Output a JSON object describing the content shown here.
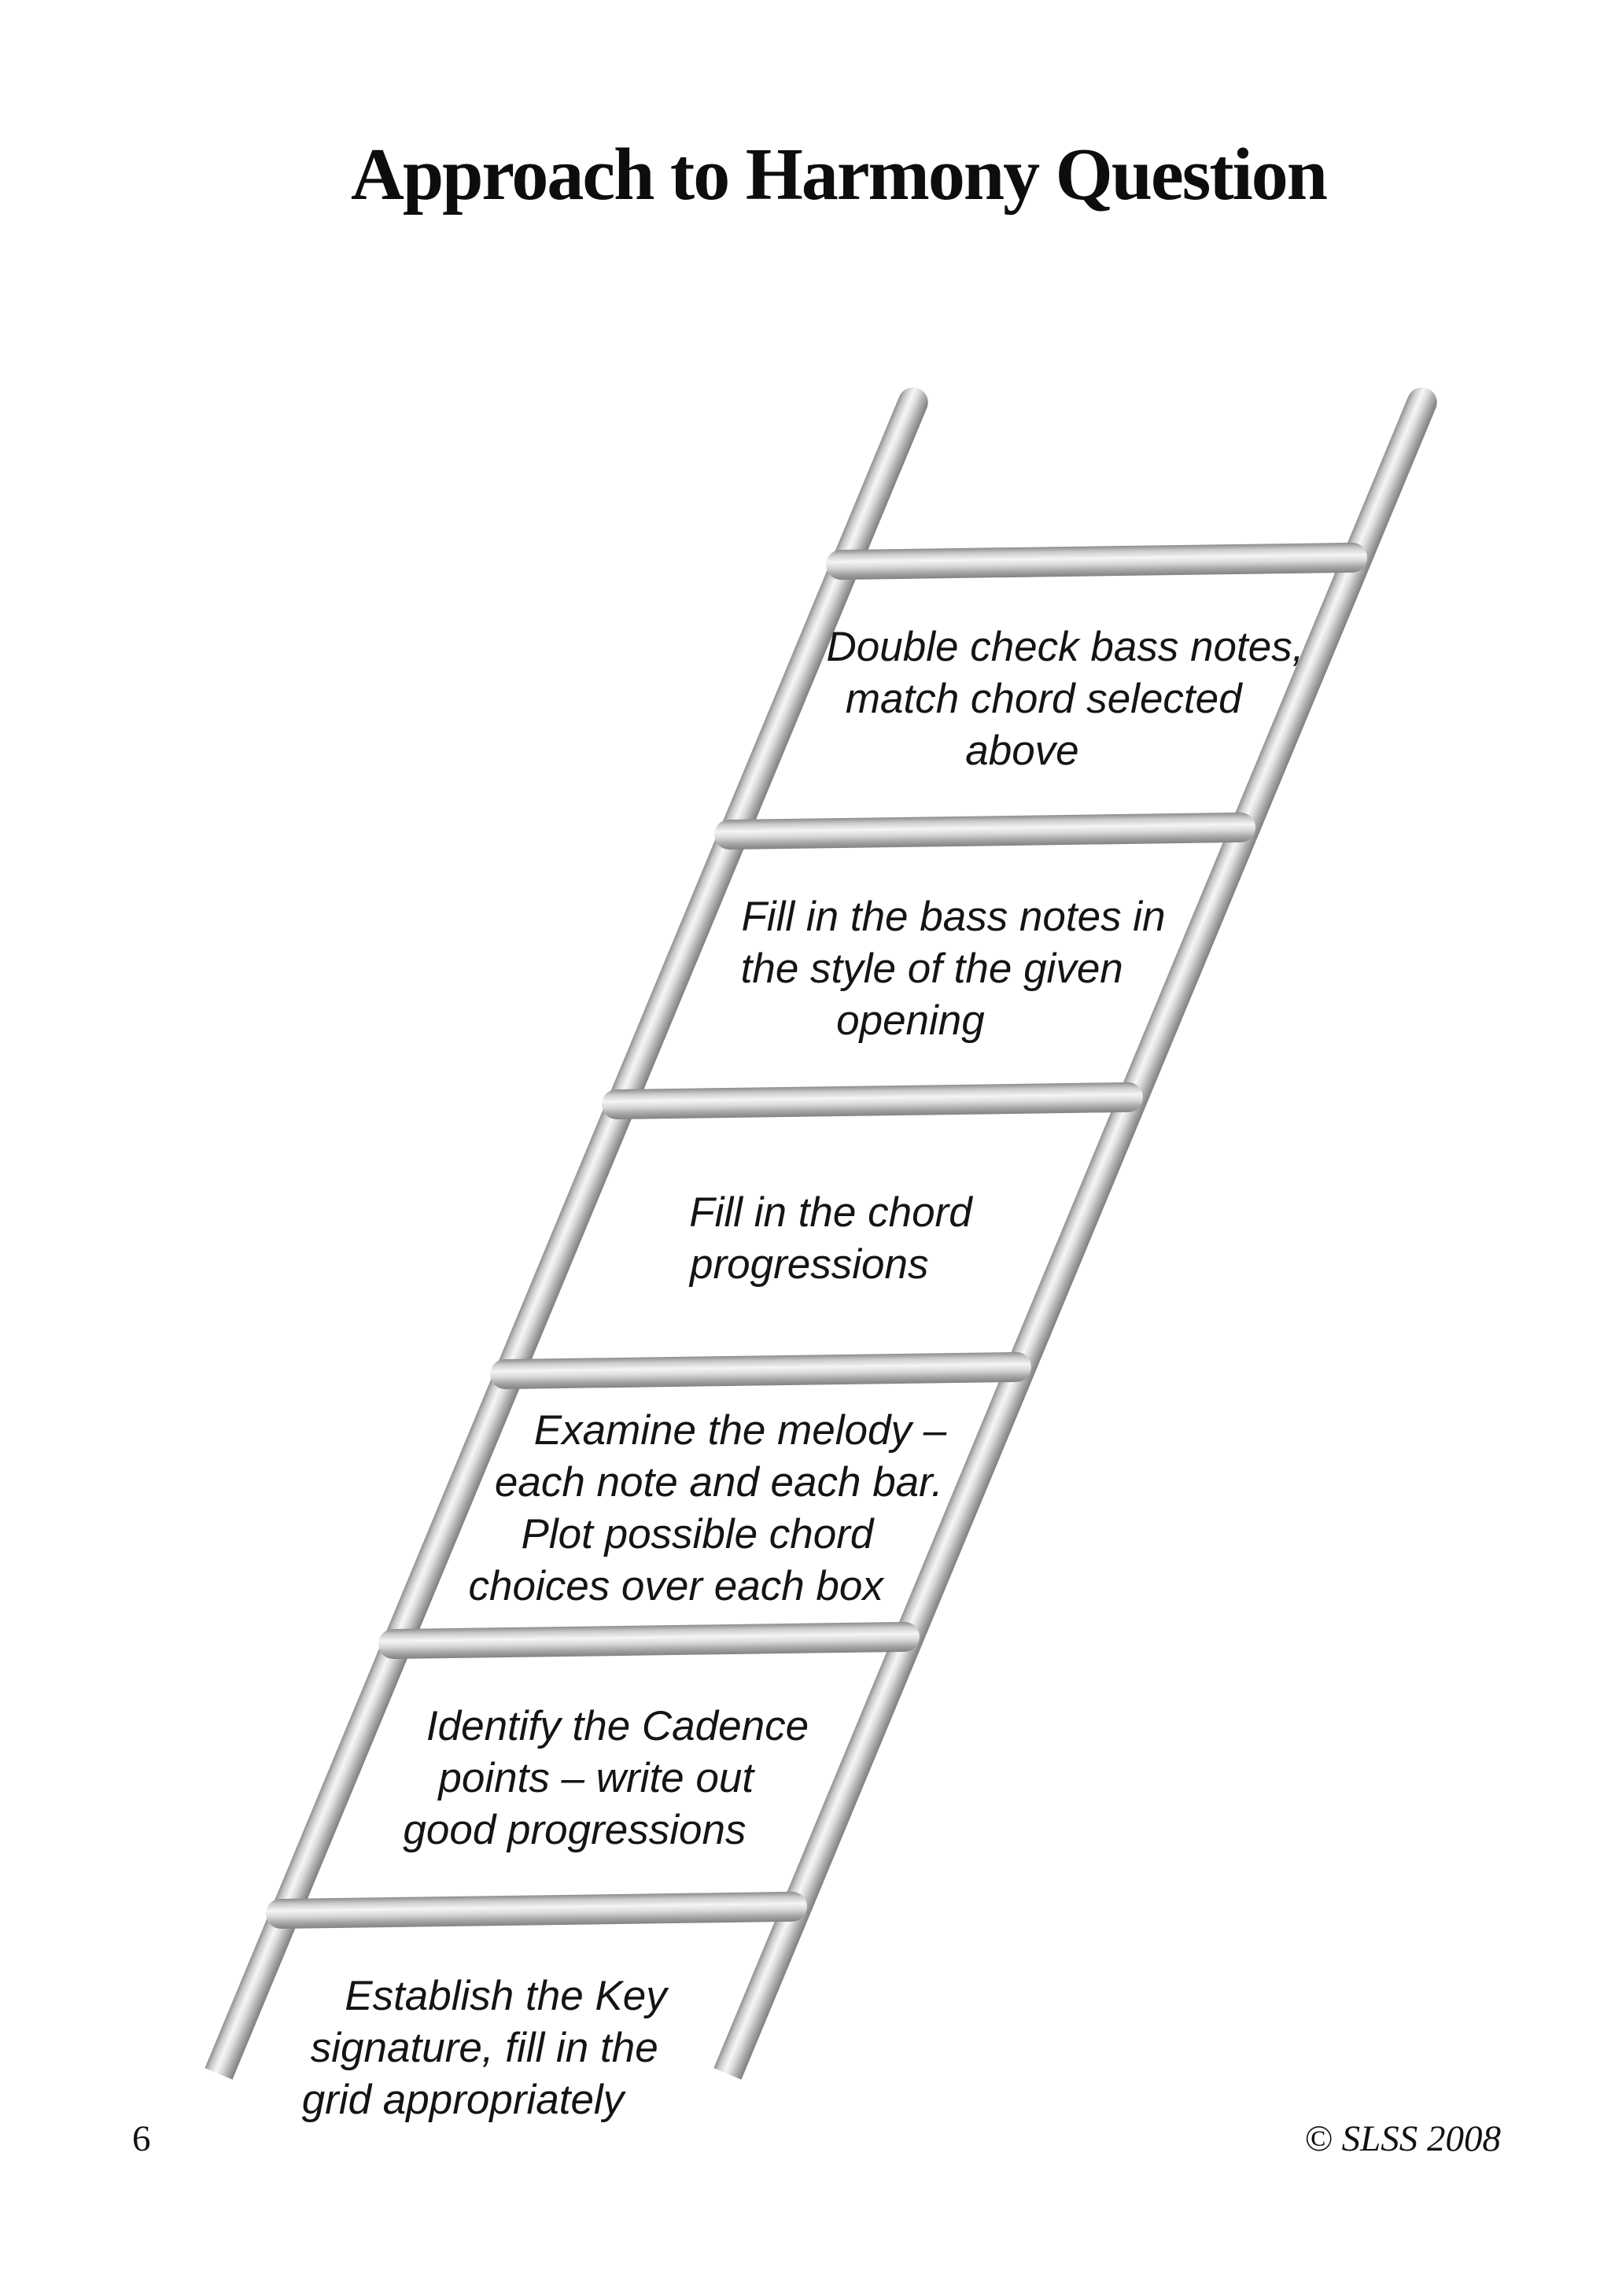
{
  "header": {
    "title": "Approach to Harmony Question"
  },
  "ladder": {
    "steps": [
      {
        "lines": [
          "Double check bass notes,",
          "match chord selected",
          "above"
        ]
      },
      {
        "lines": [
          "Fill in the bass notes in",
          "the style of the given",
          "opening"
        ]
      },
      {
        "lines": [
          "Fill in the chord",
          "progressions"
        ]
      },
      {
        "lines": [
          "Examine the melody –",
          "each note and each bar.",
          "Plot possible chord",
          "choices over each box"
        ]
      },
      {
        "lines": [
          "Identify the Cadence",
          "points – write out",
          "good progressions"
        ]
      },
      {
        "lines": [
          "Establish the Key",
          "signature, fill in the",
          "grid appropriately"
        ]
      }
    ]
  },
  "footer": {
    "page_number": "6",
    "copyright": "© SLSS 2008"
  }
}
